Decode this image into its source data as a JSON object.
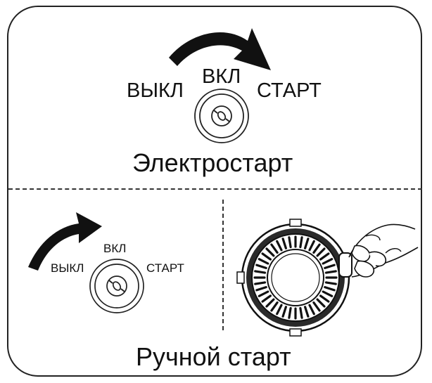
{
  "electric_start": {
    "title": "Электростарт",
    "labels": {
      "off": "ВЫКЛ",
      "on": "ВКЛ",
      "start": "СТАРТ"
    }
  },
  "manual_start": {
    "title": "Ручной старт",
    "labels": {
      "off": "ВЫКЛ",
      "on": "ВКЛ",
      "start": "СТАРТ"
    }
  },
  "icons": {
    "arrow": "curved-arrow-icon",
    "switch": "ignition-switch-icon",
    "recoil": "recoil-starter-icon"
  }
}
